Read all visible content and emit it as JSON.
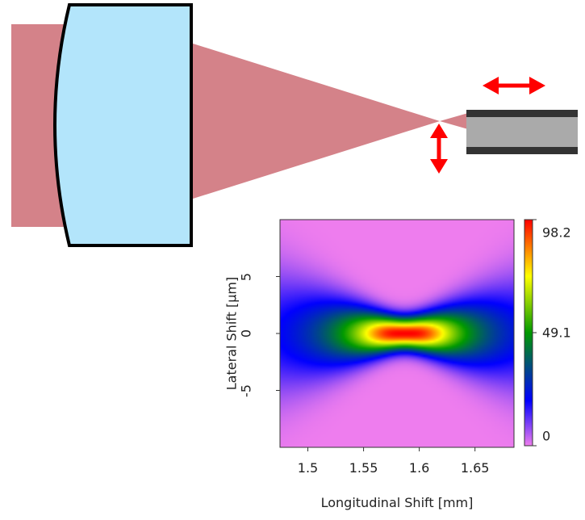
{
  "chart_data": {
    "type": "heatmap",
    "title": "",
    "xlabel": "Longitudinal Shift [mm]",
    "ylabel": "Lateral Shift [µm]",
    "xlim": [
      1.475,
      1.685
    ],
    "ylim": [
      -10,
      10
    ],
    "x_ticks": [
      "1.5",
      "1.55",
      "1.6",
      "1.65"
    ],
    "x_tick_values": [
      1.5,
      1.55,
      1.6,
      1.65
    ],
    "y_ticks": [
      "5",
      "0",
      "-5"
    ],
    "y_tick_values": [
      5,
      0,
      -5
    ],
    "peak": {
      "x": 1.587,
      "y": 0,
      "value": 98.2
    },
    "colorbar": {
      "min": 0,
      "max": 98.2,
      "tick_labels": [
        "98.2",
        "49.1",
        "0"
      ],
      "tick_values": [
        98.2,
        49.1,
        0
      ],
      "colors": [
        "#ee7dee",
        "#0000ff",
        "#009900",
        "#ffff00",
        "#ff0000"
      ]
    }
  },
  "diagram": {
    "beam_color": "#d48289",
    "lens_color": "#b3e5fb",
    "fiber_color": "#aaaaaa",
    "fiber_edge_color": "#333333",
    "arrow_color": "#ff0000"
  }
}
